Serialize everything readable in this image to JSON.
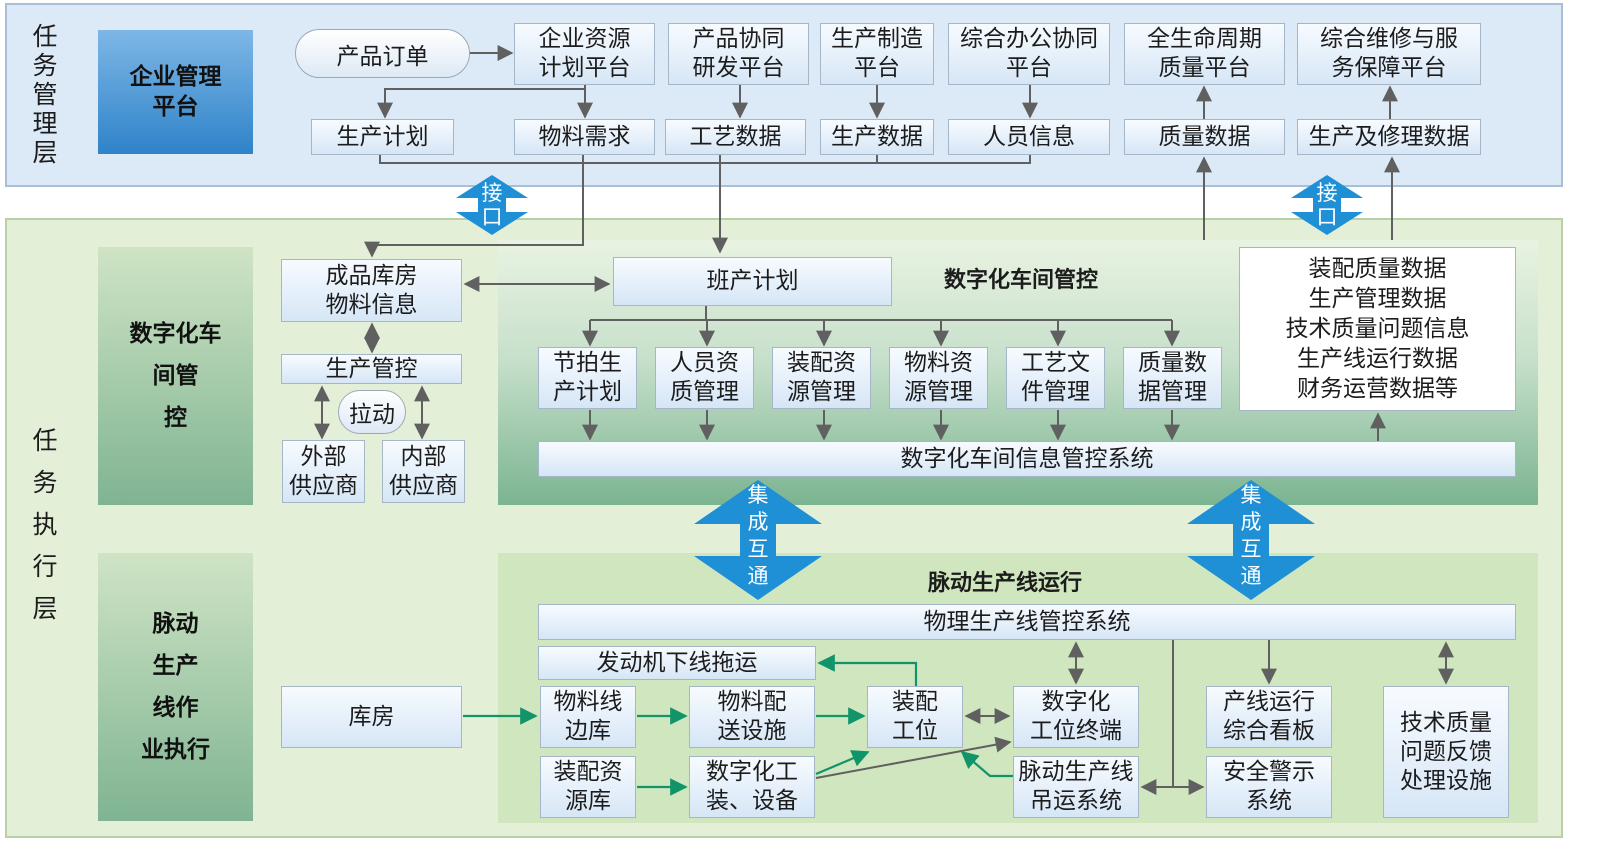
{
  "layers": {
    "top": "任务管理层",
    "bottom": "任务执行层"
  },
  "platform": "企业管理\n平台",
  "top_row": {
    "order": "产品订单",
    "erp": "企业资源\n计划平台",
    "rd": "产品协同\n研发平台",
    "mfg": "生产制造\n平台",
    "office": "综合办公协同\n平台",
    "lifecycle": "全生命周期\n质量平台",
    "service": "综合维修与服\n务保障平台"
  },
  "data_row": {
    "plan": "生产计划",
    "material": "物料需求",
    "process": "工艺数据",
    "production": "生产数据",
    "personnel": "人员信息",
    "quality": "质量数据",
    "repair": "生产及修理数据"
  },
  "connectors": {
    "interface": "接口",
    "integration": "集成互通"
  },
  "digital_workshop": {
    "label": "数字化车\n间管\n控",
    "title": "数字化车间管控",
    "warehouse_info": "成品库房\n物料信息",
    "shift_plan": "班产计划",
    "prod_control": "生产管控",
    "pull": "拉动",
    "ext_supplier": "外部\n供应商",
    "int_supplier": "内部\n供应商",
    "modules": [
      "节拍生\n产计划",
      "人员资\n质管理",
      "装配资\n源管理",
      "物料资\n源管理",
      "工艺文\n件管理",
      "质量数\n据管理"
    ],
    "info_system": "数字化车间信息管控系统",
    "data_list": "装配质量数据\n生产管理数据\n技术质量问题信息\n生产线运行数据\n财务运营数据等"
  },
  "pulse_line": {
    "label": "脉动\n生产\n线作\n业执行",
    "title": "脉动生产线运行",
    "phys_system": "物理生产线管控系统",
    "engine_tow": "发动机下线拖运",
    "storehouse": "库房",
    "line_side": "物料线\n边库",
    "delivery": "物料配\n送设施",
    "station": "装配\n工位",
    "terminal": "数字化\n工位终端",
    "asm_resource": "装配资\n源库",
    "tooling": "数字化工\n装、设备",
    "crane": "脉动生产线\n吊运系统",
    "board": "产线运行\n综合看板",
    "safety": "安全警示\n系统",
    "feedback": "技术质量\n问题反馈\n处理设施"
  }
}
